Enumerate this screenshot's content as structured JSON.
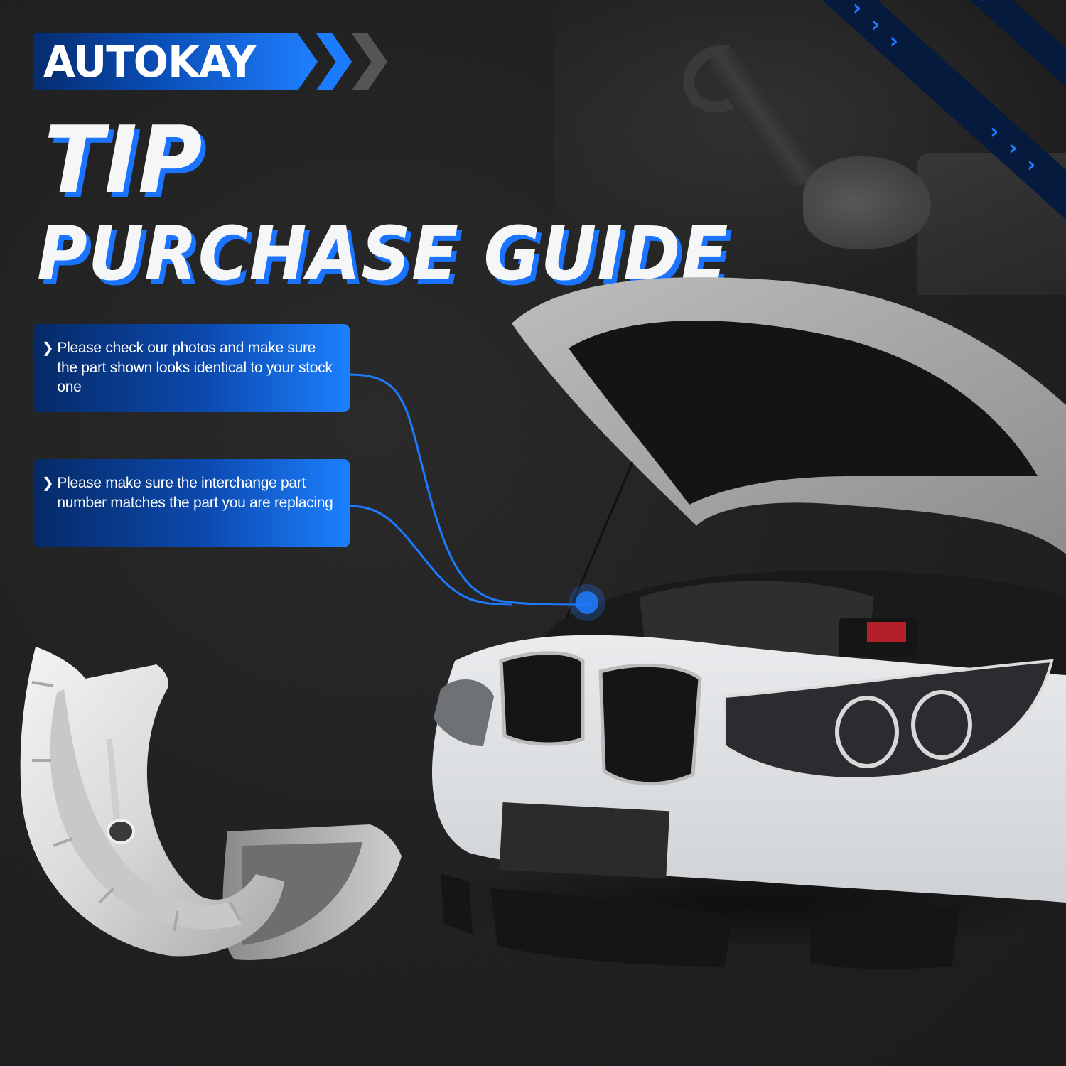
{
  "brand": {
    "name": "AUTOKAY",
    "colors": {
      "primary_blue": "#1b7cff",
      "dark_blue": "#062b6e",
      "background": "#222223",
      "chevron_gray": "#555555"
    }
  },
  "headline": {
    "line1": "TIP",
    "line2": "PURCHASE GUIDE"
  },
  "tips": [
    {
      "icon": "chevron-right-icon",
      "text": "Please check our photos and make sure the part shown looks identical to your stock one"
    },
    {
      "icon": "chevron-right-icon",
      "text": "Please make sure the interchange part number matches the part you are replacing"
    }
  ],
  "images": {
    "product": "engine-main-bearing-half-shells",
    "vehicle": "white-car-open-hood-front-view",
    "background": "mechanic-hand-holding-wrench"
  },
  "decorations": {
    "stripe_chevron": "»"
  }
}
